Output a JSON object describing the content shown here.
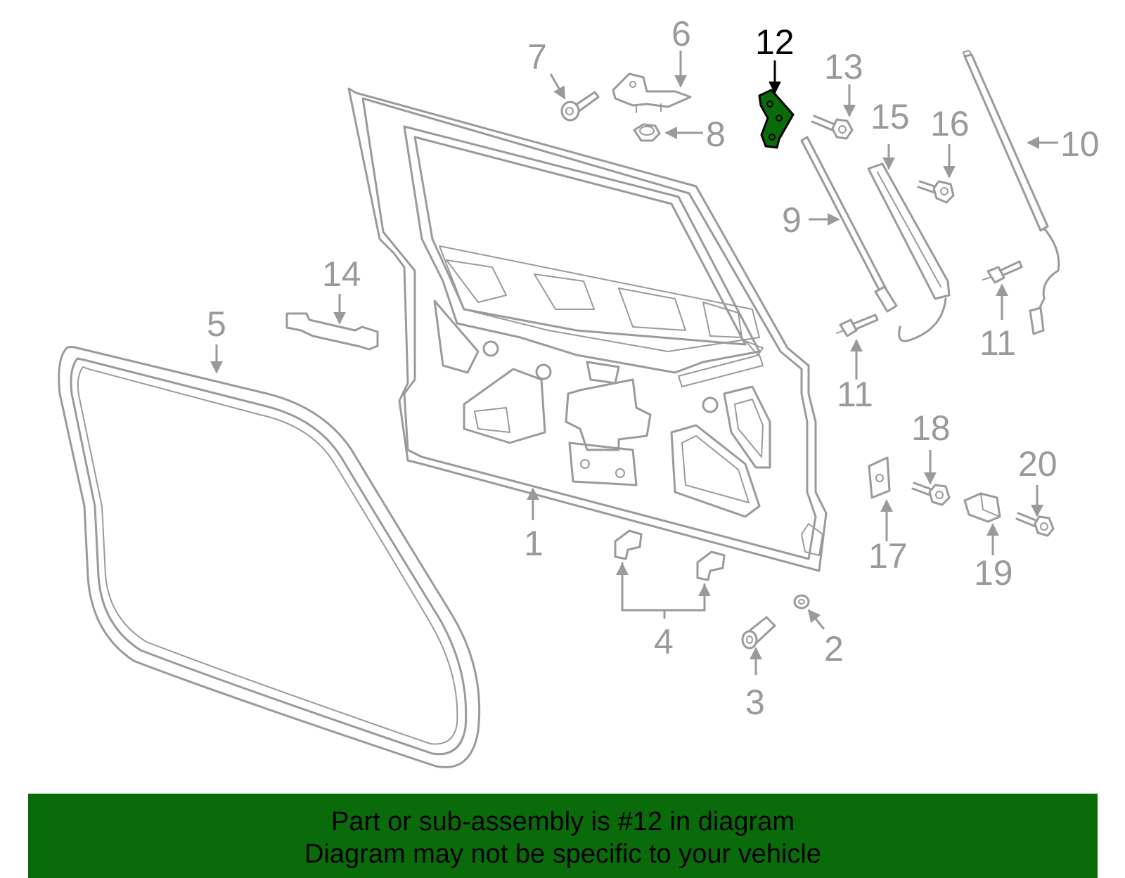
{
  "diagram": {
    "highlight_color": "#0a6b0a",
    "line_color": "#9a9a9a",
    "callouts": [
      {
        "id": "c1",
        "label": "1"
      },
      {
        "id": "c2",
        "label": "2"
      },
      {
        "id": "c3",
        "label": "3"
      },
      {
        "id": "c4",
        "label": "4"
      },
      {
        "id": "c5",
        "label": "5"
      },
      {
        "id": "c6",
        "label": "6"
      },
      {
        "id": "c7",
        "label": "7"
      },
      {
        "id": "c8",
        "label": "8"
      },
      {
        "id": "c9",
        "label": "9"
      },
      {
        "id": "c10",
        "label": "10"
      },
      {
        "id": "c11a",
        "label": "11"
      },
      {
        "id": "c11b",
        "label": "11"
      },
      {
        "id": "c12",
        "label": "12",
        "highlighted": true
      },
      {
        "id": "c13",
        "label": "13"
      },
      {
        "id": "c14",
        "label": "14"
      },
      {
        "id": "c15",
        "label": "15"
      },
      {
        "id": "c16",
        "label": "16"
      },
      {
        "id": "c17",
        "label": "17"
      },
      {
        "id": "c18",
        "label": "18"
      },
      {
        "id": "c19",
        "label": "19"
      },
      {
        "id": "c20",
        "label": "20"
      }
    ]
  },
  "banner": {
    "background": "#0a6b0a",
    "line1": "Part or sub-assembly is #12 in diagram",
    "line2": "Diagram may not be specific to your vehicle"
  }
}
